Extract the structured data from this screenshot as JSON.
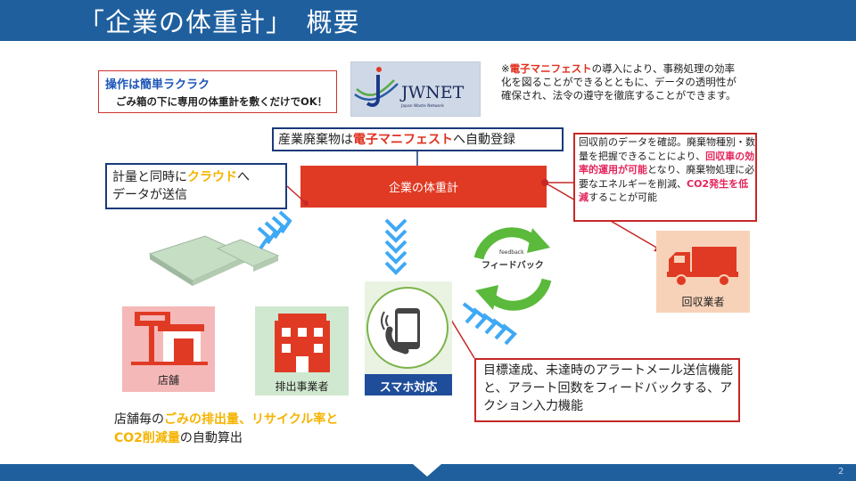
{
  "slide": {
    "title": "「企業の体重計」　概要",
    "page_number": "2"
  },
  "easy": {
    "title": "操作は簡単ラクラク",
    "desc": "ごみ箱の下に専用の体重計を敷くだけでOK！"
  },
  "logo": {
    "name": "JWNET",
    "tagline": "Japan Waste Network"
  },
  "note": {
    "prefix": "※",
    "highlight": "電子マニフェスト",
    "rest": "の導入により、事務処理の効率化を図ることができるとともに、データの透明性が確保され、法令の遵守を徹底することができます。"
  },
  "register": {
    "before": "産業廃棄物は",
    "highlight": "電子マニフェスト",
    "after": "へ自動登録"
  },
  "cloud": {
    "line1_before": "計量と同時に",
    "line1_highlight": "クラウド",
    "line1_after": "へ",
    "line2": "データが送信"
  },
  "main_bar": {
    "label": "企業の体重計"
  },
  "info": {
    "t1": "回収前のデータを確認。廃棄物種別・数量を把握できることにより、",
    "h1": "回収車の効率的運用が可能",
    "t2": "となり、廃棄物処理に必要なエネルギーを削減、",
    "h2": "CO2発生を低減",
    "t3": "することが可能"
  },
  "collector": {
    "label": "回収業者"
  },
  "feedback": {
    "small": "feedback",
    "label": "フィードバック"
  },
  "store": {
    "label": "店舗"
  },
  "discharger": {
    "label": "排出事業者"
  },
  "phone": {
    "label": "スマホ対応"
  },
  "alert": {
    "text": "目標達成、未達時のアラートメール送信機能と、アラート回数をフィードバックする、アクション入力機能"
  },
  "bottom": {
    "l1_before": "店舗毎の",
    "l1_highlight": "ごみの排出量、リサイクル率と",
    "l2_highlight": "CO2削減量",
    "l2_after": "の自動算出"
  },
  "colors": {
    "header": "#1f5f9e",
    "accent_red": "#e03a24",
    "pink_highlight": "#e5245a",
    "yellow_highlight": "#f5b400",
    "navy_border": "#1a3a7a",
    "chevron_blue": "#3fa9f5",
    "feedback_green": "#5bb93b"
  }
}
